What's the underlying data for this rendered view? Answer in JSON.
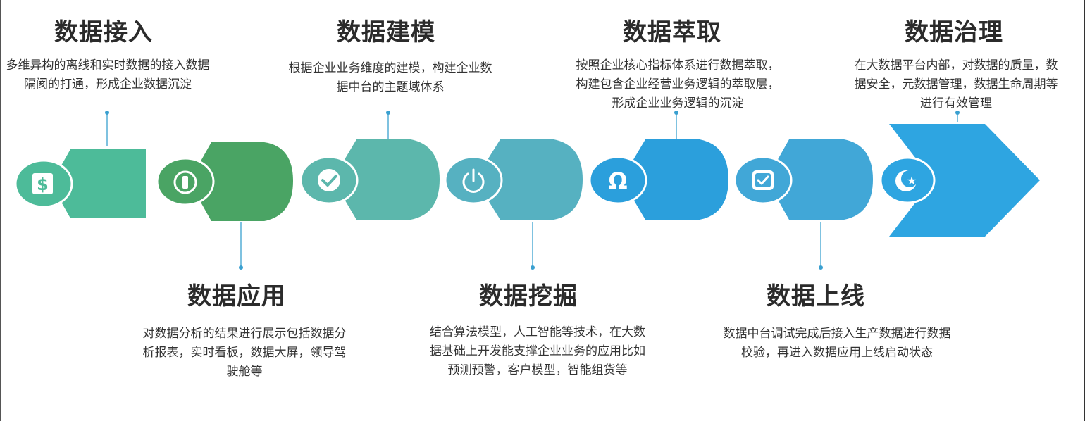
{
  "steps": [
    {
      "title": "数据接入",
      "desc": "多维异构的离线和实时数据的接入数据隔阂的打通，形成企业数据沉淀",
      "icon": "dollar-icon",
      "color": "#4dbb99"
    },
    {
      "title": "数据应用",
      "desc": "对数据分析的结果进行展示包括数据分析报表，实时看板，数据大屏，领导驾驶舱等",
      "icon": "info-icon",
      "color": "#4aa464"
    },
    {
      "title": "数据建模",
      "desc": "根据企业业务维度的建模，构建企业数据中台的主题域体系",
      "icon": "check-icon",
      "color": "#5cb7ac"
    },
    {
      "title": "数据挖掘",
      "desc": "结合算法模型，人工智能等技术，在大数据基础上开发能支撑企业业务的应用比如预测预警，客户模型，智能组货等",
      "icon": "power-icon",
      "color": "#56b1c1"
    },
    {
      "title": "数据萃取",
      "desc": "按照企业核心指标体系进行数据萃取，构建包含企业经营业务逻辑的萃取层，形成企业业务逻辑的沉淀",
      "icon": "omega-icon",
      "color": "#2b9fdc"
    },
    {
      "title": "数据上线",
      "desc": "数据中台调试完成后接入生产数据进行数据校验，再进入数据应用上线启动状态",
      "icon": "checkbox-icon",
      "color": "#41a7d7"
    },
    {
      "title": "数据治理",
      "desc": "在大数据平台内部，对数据的质量，数据安全，元数据管理，数据生命周期等进行有效管理",
      "icon": "star-crescent-icon",
      "color": "#2ea5e1"
    }
  ]
}
